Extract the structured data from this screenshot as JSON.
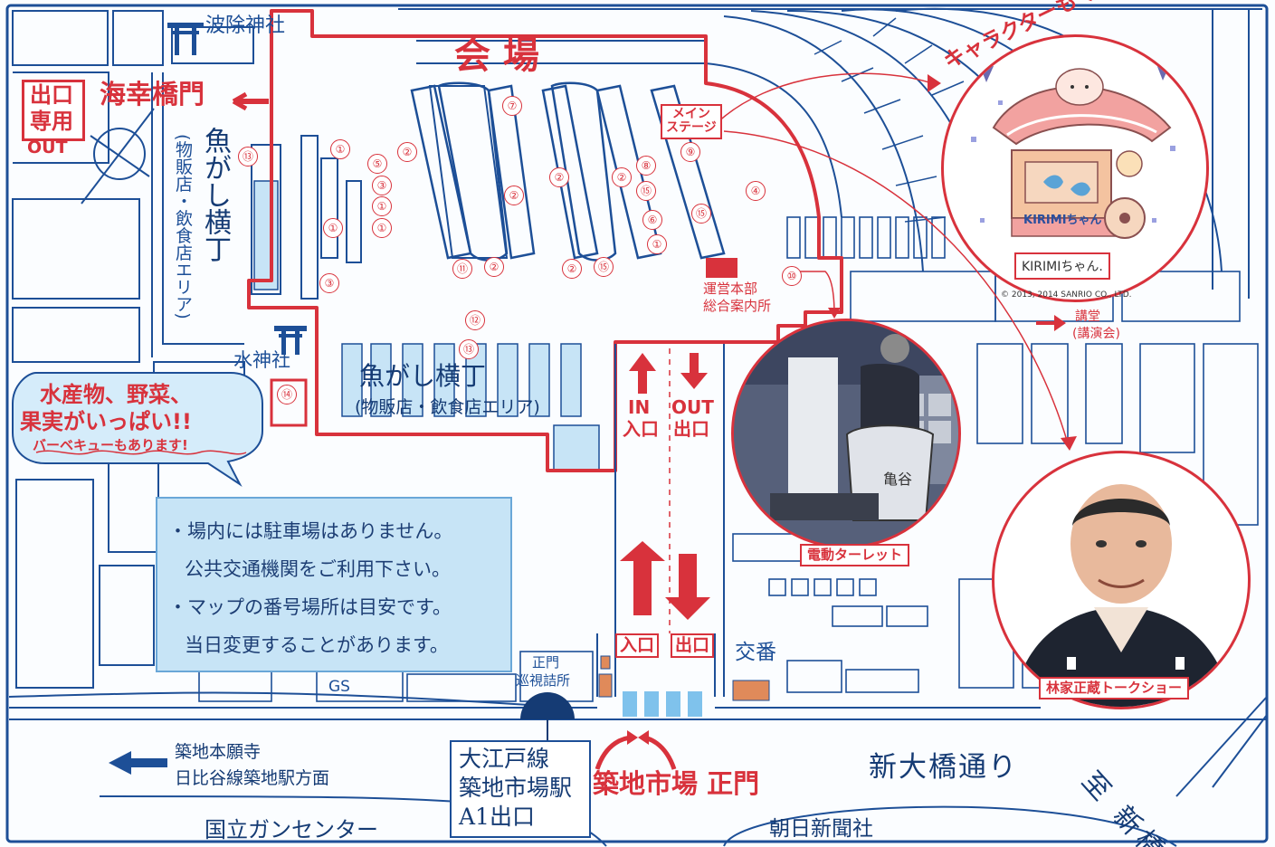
{
  "labels": {
    "venue": "会 場",
    "hanayoke_shrine": "波除神社",
    "kaikobashi_gate": "海幸橋門",
    "exit_only_1": "出口",
    "exit_only_2": "専用",
    "exit_only_out": "OUT",
    "uogashi_yokocho_left": "魚がし横丁",
    "uogashi_sub_left": "(物販店・飲食店エリア)",
    "uogashi_yokocho_center": "魚がし横丁",
    "uogashi_sub_center": "(物販店・飲食店エリア)",
    "suijin_shrine": "水神社",
    "main_stage": "メイン\nステージ",
    "hq_1": "運営本部",
    "hq_2": "総合案内所",
    "in_label_1": "IN",
    "in_label_2": "入口",
    "out_label_1": "OUT",
    "out_label_2": "出口",
    "entrance_box": "入口",
    "exit_box": "出口",
    "lecture_hall_1": "講堂",
    "lecture_hall_2": "(講演会)",
    "koban": "交番",
    "gate_patrol_1": "正門",
    "gate_patrol_2": "巡視詰所",
    "gs": "GS",
    "tsukiji_hongwanji": "築地本願寺",
    "hibiya_line": "日比谷線築地駅方面",
    "oedo_1": "大江戸線",
    "oedo_2": "築地市場駅",
    "oedo_3": "A1出口",
    "main_gate": "築地市場 正門",
    "shin_ohashi": "新大橋通り",
    "to_shinbashi": "至 新橋",
    "cancer_center": "国立ガンセンター",
    "asahi": "朝日新聞社"
  },
  "callout": {
    "line1": "水産物、野菜、",
    "line2": "果実がいっぱい!!",
    "line3": "バーベキューもあります!"
  },
  "notice": {
    "line1": "・場内には駐車場はありません。",
    "line2": "公共交通機関をご利用下さい。",
    "line3": "・マップの番号場所は目安です。",
    "line4": "当日変更することがあります。"
  },
  "features": {
    "kirimi_banner": "キャラクターもくるよ!",
    "kirimi_name": "KIRIMIちゃん.",
    "kirimi_copyright": "© 2013, 2014 SANRIO CO., LTD.",
    "kirimi_logo": "KIRIMIちゃん",
    "turret_caption": "電動ターレット",
    "talk_caption": "林家正蔵トークショー"
  },
  "markers": [
    "①",
    "②",
    "③",
    "④",
    "⑤",
    "⑥",
    "⑦",
    "⑧",
    "⑨",
    "⑩",
    "⑪",
    "⑫",
    "⑬",
    "⑭",
    "⑮"
  ],
  "colors": {
    "route_red": "#d8323c",
    "map_blue": "#1d4f97",
    "shop_fill": "#c7e4f6",
    "crosswalk": "#7fc2ec",
    "police": "#e08a5a"
  }
}
